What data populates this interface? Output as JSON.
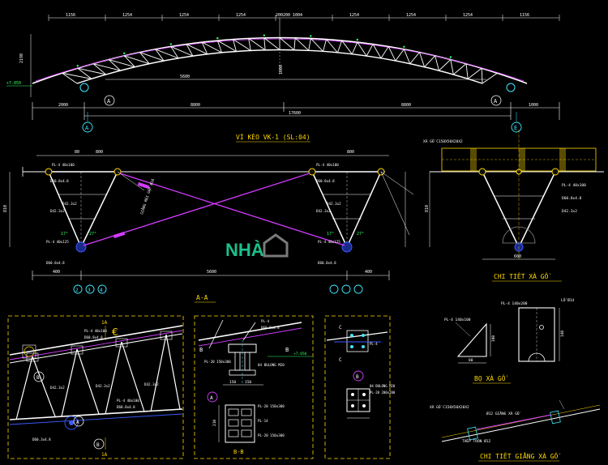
{
  "colors": {
    "background": "#000000",
    "member": "#ffffff",
    "cyan": "#3ee8ff",
    "green": "#33ff66",
    "yellow": "#ffd800",
    "magenta": "#d43cff",
    "blue": "#3b5bff",
    "logo": "#1bbf8a"
  },
  "truss": {
    "title": "VÌ KÈO VK-1 (SL:04)",
    "grid_left": "A",
    "grid_right": "E",
    "left_support": "A",
    "right_support": "A",
    "segments_top": [
      "1156",
      "1254",
      "1254",
      "1254",
      "1004",
      "1254",
      "1254",
      "1254",
      "1156"
    ],
    "apex": "200200",
    "height_label": "2190",
    "level_left": "+7.850",
    "dims_bottom": [
      "2000",
      "8800",
      "8800",
      "1000"
    ],
    "overall": "17600",
    "inner_span": "5600",
    "peak_dim": "1000"
  },
  "section_aa": {
    "title": "A-A",
    "bracing_label": "GIẰNG MÁI GẬP Ø16",
    "top_dims_left": [
      "80",
      "800"
    ],
    "top_dims_right": [
      "800"
    ],
    "span": "5600",
    "bottom_dims": [
      "400",
      "400"
    ],
    "height": "810",
    "grid_bubbles": [
      "2",
      "3",
      "4"
    ],
    "left_notes": [
      "PL-4 40x100",
      "D60.8x4.8",
      "D42.3x2",
      "D42.3x2",
      "PL-4 40x125",
      "D60.8x4.8"
    ],
    "right_notes": [
      "PL-4 40x100",
      "D60.8x4.8",
      "D42.3x2",
      "D42.3x2",
      "PL-4 40x125",
      "D60.8x4.8"
    ],
    "angles": [
      "17°",
      "27°",
      "17°",
      "27°"
    ]
  },
  "purlin": {
    "title": "CHI TIẾT XÀ GỒ",
    "top_note": "XÀ GỒ C150X50X20X2",
    "width": "600",
    "height": "810",
    "notes": [
      "PL-4 40x100",
      "D60.8x4.8",
      "D42.3x2"
    ]
  },
  "bo_xa_go": {
    "title": "BỌ XÀ GỒ",
    "notes": [
      "PL-4 140x100",
      "PL-4 140x200",
      "LỖ Ø14"
    ],
    "dims": [
      "100",
      "140",
      "80"
    ]
  },
  "giang_xa_go": {
    "title": "CHI TIẾT GIẰNG XÀ GỒ",
    "notes": [
      "XÀ GỒ C150X50X20X2",
      "Ø12 GIẰNG XÀ GỒ",
      "THÉP TRÒN Ø12"
    ]
  },
  "detail_left": {
    "labels": [
      "1A",
      "1A",
      "B",
      "B",
      "A"
    ],
    "notes": [
      "PL-4 40x100",
      "D60.8x4.8",
      "D42.3x2",
      "D42.3x2",
      "D42.3x2",
      "PL-4 40x100",
      "D60.8x4.8",
      "D60.3x4.8"
    ]
  },
  "detail_mid": {
    "labels": [
      "B",
      "B",
      "A",
      "B-B"
    ],
    "notes": [
      "PL-4",
      "D60.8x4.8",
      "PL-20 150x300",
      "04 BULONG M20",
      "PL-20 150x300",
      "PL-14",
      "PL-20 150x300"
    ],
    "level": "+7.850",
    "dims": [
      "150",
      "150",
      "210"
    ]
  },
  "detail_right": {
    "labels": [
      "C",
      "C",
      "B"
    ],
    "notes": [
      "04 BULONG M20",
      "PL-20 200x200",
      "PL-4"
    ]
  },
  "watermark": "NHÀ"
}
